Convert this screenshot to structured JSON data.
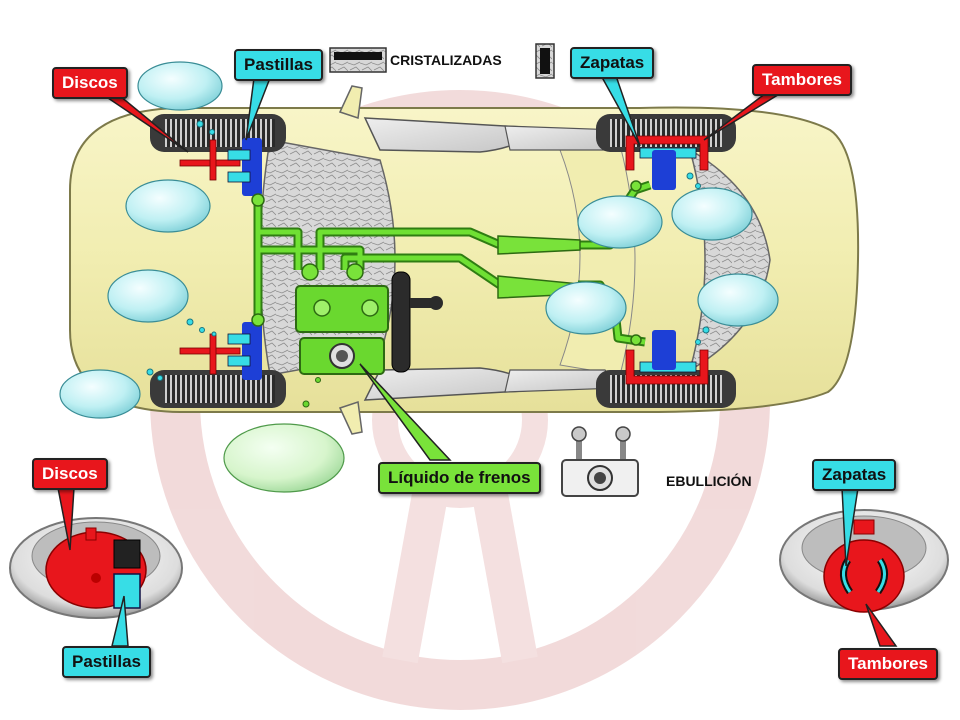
{
  "labels": {
    "discos_top": "Discos",
    "pastillas_top": "Pastillas",
    "cristalizadas": "CRISTALIZADAS",
    "zapatas_top": "Zapatas",
    "tambores_top": "Tambores",
    "liquido": "Líquido de frenos",
    "ebullicion": "EBULLICIÓN",
    "discos_bottom": "Discos",
    "pastillas_bottom": "Pastillas",
    "zapatas_bottom": "Zapatas",
    "tambores_bottom": "Tambores"
  },
  "colors": {
    "callout_red": "#e8161c",
    "callout_cyan": "#37dde6",
    "callout_green": "#79e23a",
    "car_body": "#f2eeb0",
    "pipe_green": "#5ed62a",
    "pad_blue": "#1d3fd6",
    "steam": "#bfeff2",
    "watermark": "#f0d4d4"
  }
}
